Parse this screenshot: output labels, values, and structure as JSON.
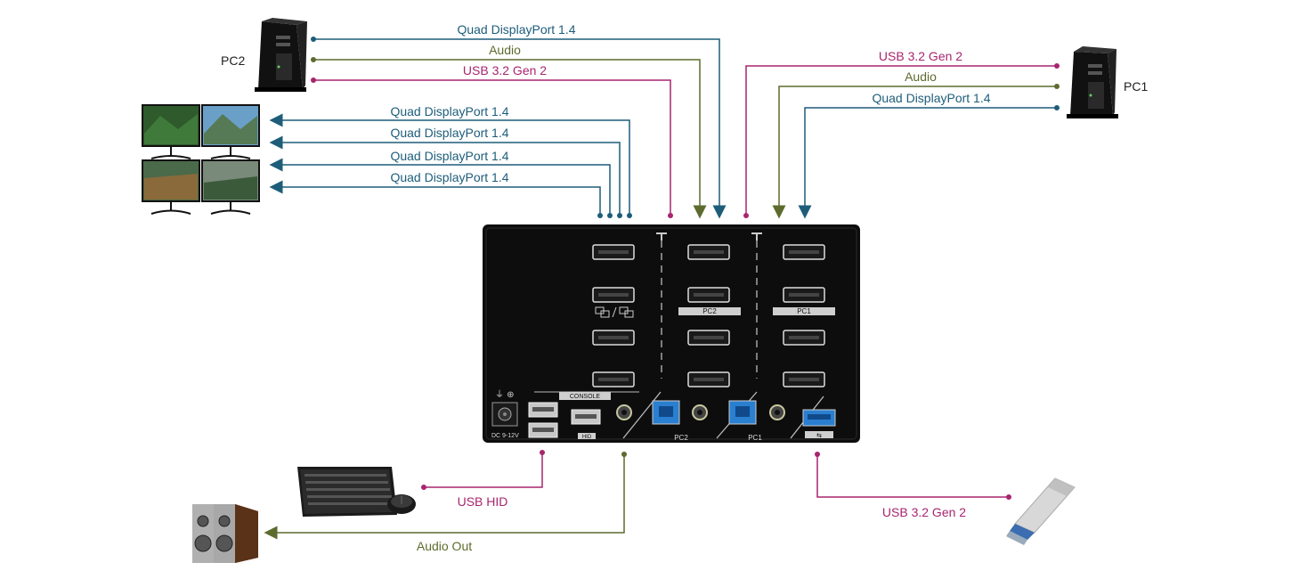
{
  "colors": {
    "displayport": "#1d5d7a",
    "audio": "#5d6b2e",
    "usb": "#a8256f",
    "device": "#0d0d0d"
  },
  "devices": {
    "pc2": "PC2",
    "pc1": "PC1"
  },
  "connections": {
    "pc2_dp": "Quad DisplayPort 1.4",
    "pc2_audio": "Audio",
    "pc2_usb": "USB 3.2 Gen 2",
    "pc1_usb": "USB 3.2 Gen 2",
    "pc1_audio": "Audio",
    "pc1_dp": "Quad DisplayPort 1.4",
    "monitor_dp": [
      "Quad DisplayPort 1.4",
      "Quad DisplayPort 1.4",
      "Quad DisplayPort 1.4",
      "Quad DisplayPort 1.4"
    ],
    "usb_hid": "USB HID",
    "audio_out": "Audio Out",
    "usb_drive": "USB 3.2 Gen 2"
  },
  "panel": {
    "console": "CONSOLE",
    "dc": "DC 9-12V",
    "pc2_tag": "PC2",
    "pc1_tag": "PC1",
    "hid_tag": "HID"
  }
}
